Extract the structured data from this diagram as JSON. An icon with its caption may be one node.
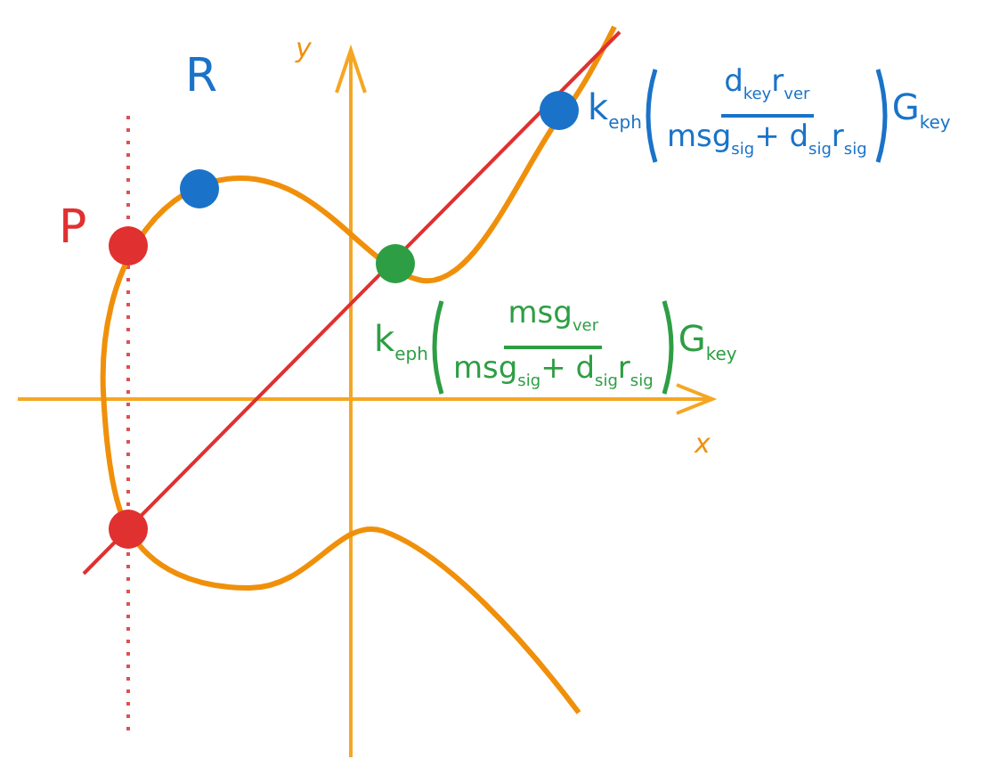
{
  "diagram": {
    "nodes": [
      {
        "text": [],
        "shape": "circle",
        "beside": [
          "k$_{eph}$",
          "d$_{key}$r$_{ver}$",
          "msg$_{sig}$+ d$_{sig}$r$_{sig}$",
          "G$_{key}$"
        ]
      },
      {
        "text": [
          "R"
        ]
      },
      {
        "text": [
          "P"
        ]
      },
      {
        "text": [],
        "shape": "circle",
        "beside": [
          "k$_{eph}$",
          "msg$_{ver}$",
          "msg$_{sig}$+ d$_{sig}$r$_{sig}$",
          "G$_{key}$"
        ]
      },
      {
        "text": [],
        "shape": "circle"
      }
    ],
    "labels": [
      "y",
      "x"
    ]
  }
}
